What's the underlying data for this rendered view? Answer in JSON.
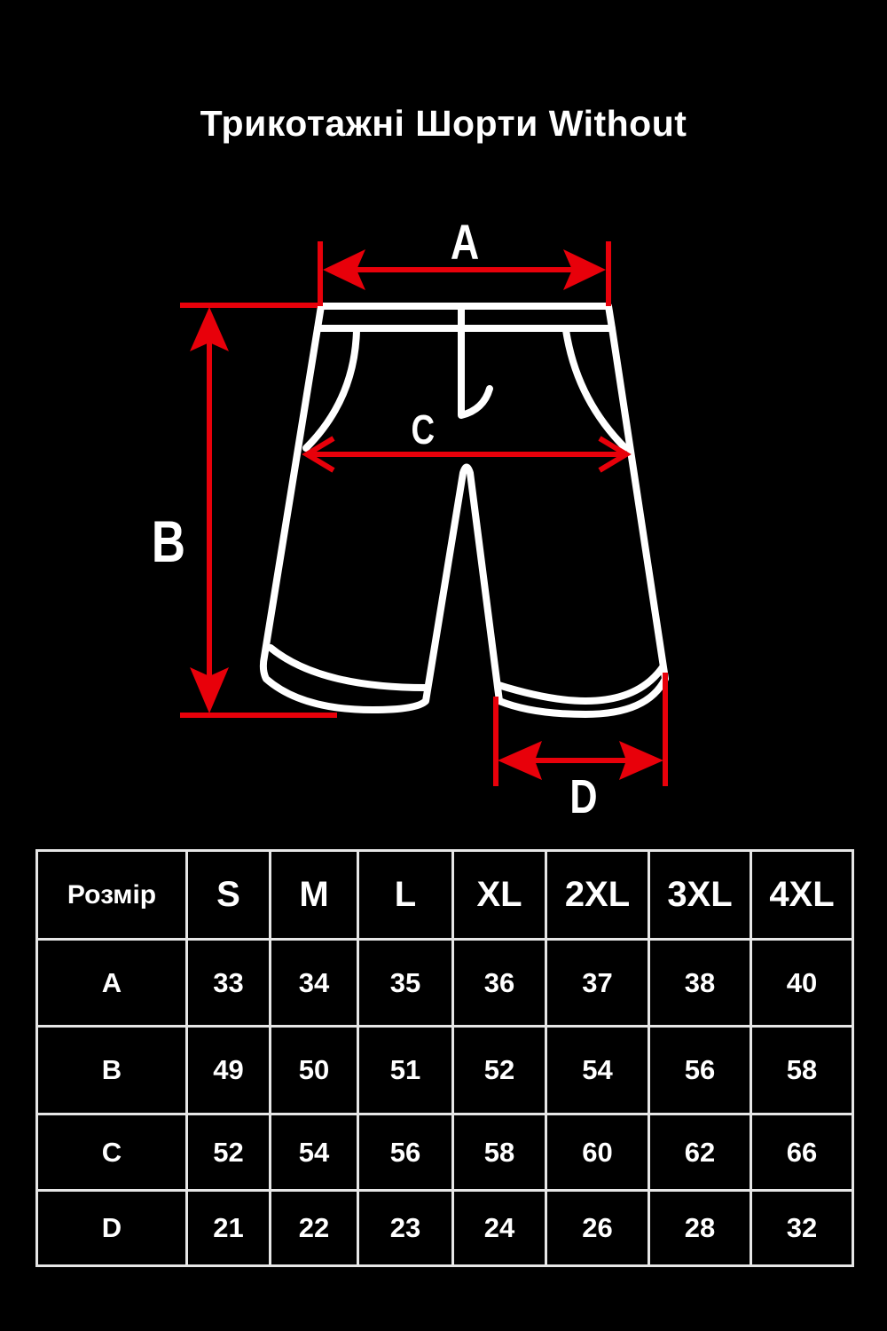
{
  "title": "Трикотажні Шорти Without",
  "diagram": {
    "labels": {
      "a": "A",
      "b": "B",
      "c": "C",
      "d": "D"
    },
    "colors": {
      "arrow": "#e8000a",
      "outline": "#ffffff",
      "background": "#000000"
    }
  },
  "table": {
    "header": [
      "Розмір",
      "S",
      "M",
      "L",
      "XL",
      "2XL",
      "3XL",
      "4XL"
    ],
    "rows": [
      {
        "label": "A",
        "values": [
          "33",
          "34",
          "35",
          "36",
          "37",
          "38",
          "40"
        ]
      },
      {
        "label": "B",
        "values": [
          "49",
          "50",
          "51",
          "52",
          "54",
          "56",
          "58"
        ]
      },
      {
        "label": "C",
        "values": [
          "52",
          "54",
          "56",
          "58",
          "60",
          "62",
          "66"
        ]
      },
      {
        "label": "D",
        "values": [
          "21",
          "22",
          "23",
          "24",
          "26",
          "28",
          "32"
        ]
      }
    ]
  }
}
